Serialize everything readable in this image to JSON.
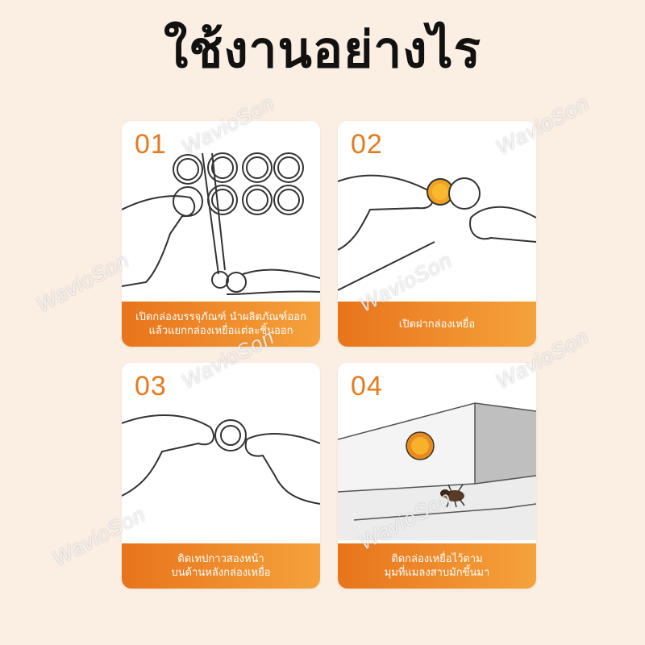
{
  "title": "ใช้งานอย่างไร",
  "watermark": "WavioSon",
  "colors": {
    "accent": "#e8741b",
    "background": "#fbeee3"
  },
  "steps": [
    {
      "number": "01",
      "caption_line1": "เปิดกล่องบรรจุภัณฑ์ นำผลิตภัณฑ์ออก",
      "caption_line2": "แล้วแยกกล่องเหยื่อแต่ละชิ้นออก"
    },
    {
      "number": "02",
      "caption_line1": "เปิดฝากล่องเหยื่อ",
      "caption_line2": ""
    },
    {
      "number": "03",
      "caption_line1": "ติดเทปกาวสองหน้า",
      "caption_line2": "บนด้านหลังกล่องเหยื่อ"
    },
    {
      "number": "04",
      "caption_line1": "ติดกล่องเหยื่อไว้ตาม",
      "caption_line2": "มุมที่แมลงสาบมักขึ้นมา"
    }
  ]
}
